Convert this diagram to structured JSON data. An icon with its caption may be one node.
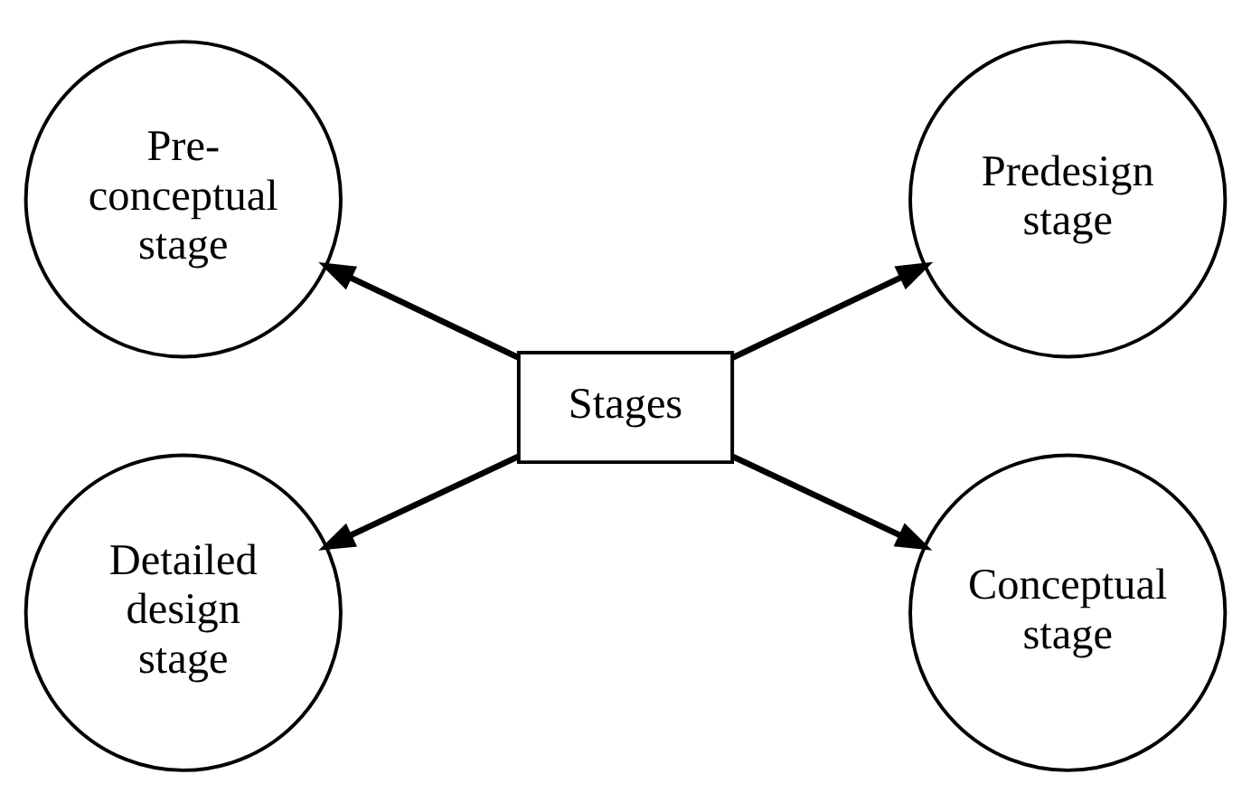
{
  "diagram": {
    "nodes": [
      {
        "text": [
          "Pre- conceptual stage"
        ]
      },
      {
        "text": [
          "Predesign stage"
        ]
      },
      {
        "text": [
          "Stages"
        ]
      },
      {
        "text": [
          "Detailed design stage"
        ]
      },
      {
        "text": [
          "Conceptual stage"
        ]
      }
    ],
    "edges": [
      {
        "from": 2,
        "to": 0,
        "arrow": "to"
      },
      {
        "from": 2,
        "to": 1,
        "arrow": "to"
      },
      {
        "from": 2,
        "to": 3,
        "arrow": "to"
      },
      {
        "from": 2,
        "to": 4,
        "arrow": "to"
      }
    ]
  }
}
